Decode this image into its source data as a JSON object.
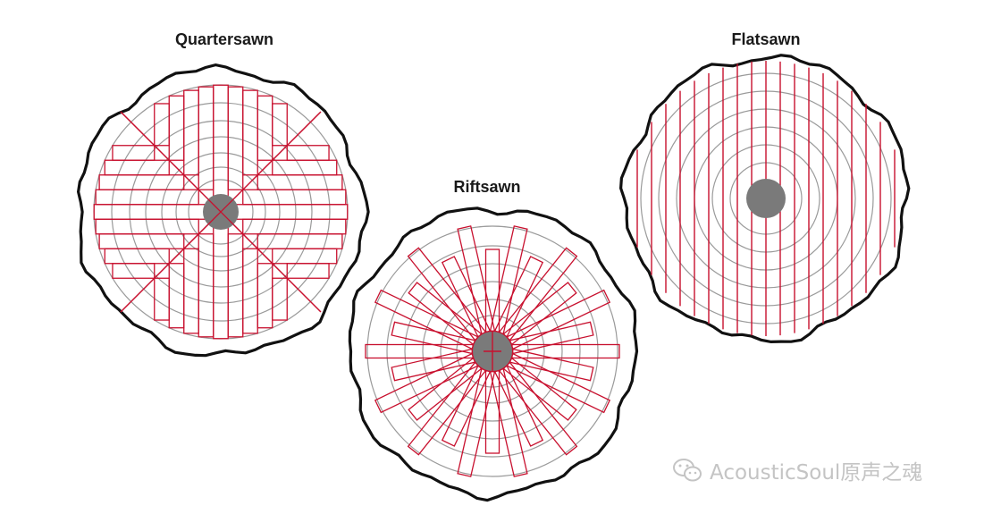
{
  "diagrams": {
    "quartersawn": {
      "title": "Quartersawn"
    },
    "riftsawn": {
      "title": "Riftsawn"
    },
    "flatsawn": {
      "title": "Flatsawn"
    }
  },
  "colors": {
    "board_outline": "#c8102e",
    "growth_ring": "#9a9a9a",
    "bark": "#111111",
    "pith": "#7a7a7a"
  },
  "watermark": {
    "text": "AcousticSoul原声之魂",
    "icon": "wechat-icon"
  }
}
